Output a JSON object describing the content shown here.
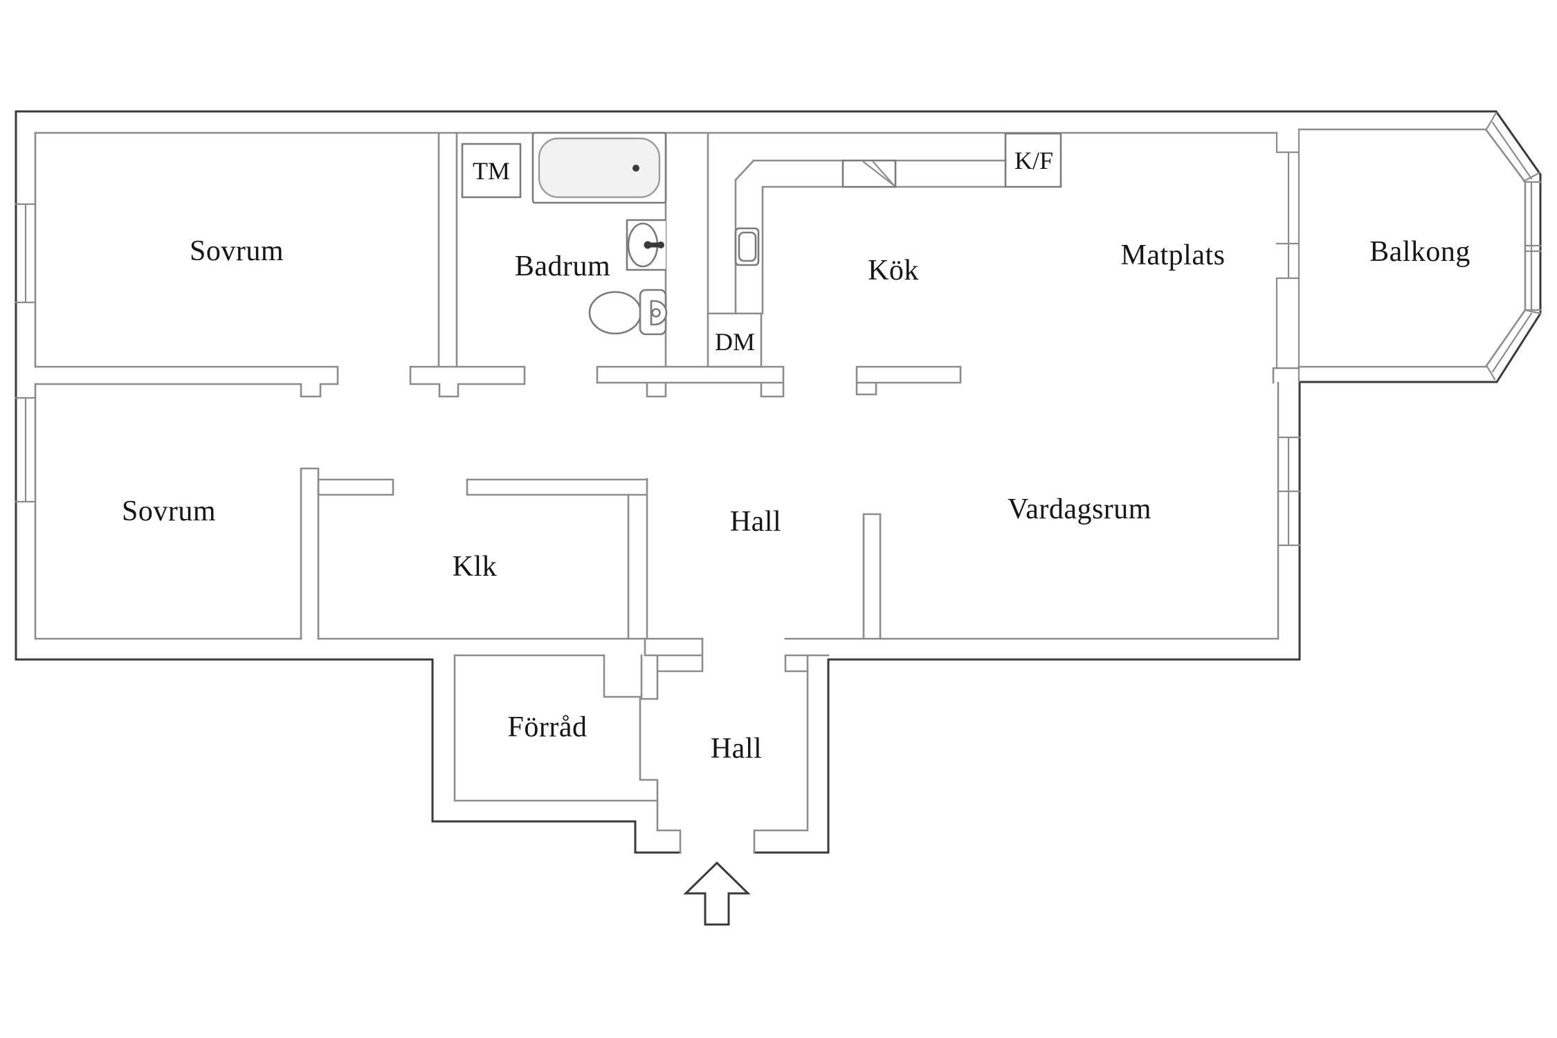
{
  "plan": {
    "type": "apartment-floorplan",
    "language": "Swedish",
    "rooms": {
      "sovrum_top": {
        "label": "Sovrum"
      },
      "sovrum_bottom": {
        "label": "Sovrum"
      },
      "badrum": {
        "label": "Badrum"
      },
      "klk": {
        "label": "Klk"
      },
      "hall_upper": {
        "label": "Hall"
      },
      "hall_lower": {
        "label": "Hall"
      },
      "forrad": {
        "label": "Förråd"
      },
      "kok": {
        "label": "Kök"
      },
      "matplats": {
        "label": "Matplats"
      },
      "vardagsrum": {
        "label": "Vardagsrum"
      },
      "balkong": {
        "label": "Balkong"
      }
    },
    "appliances": {
      "tm": {
        "label": "TM"
      },
      "dm": {
        "label": "DM"
      },
      "kf": {
        "label": "K/F"
      }
    },
    "fixtures": [
      "bathtub-icon",
      "washbasin-icon",
      "toilet-icon",
      "stove-icon",
      "kitchen-sink-icon",
      "entrance-arrow-icon"
    ],
    "colors": {
      "background": "#ffffff",
      "outer_wall": "#3a3a3a",
      "inner_wall": "#8c8c8c",
      "text": "#161616",
      "tub_shading": "#f2f2f2"
    }
  }
}
